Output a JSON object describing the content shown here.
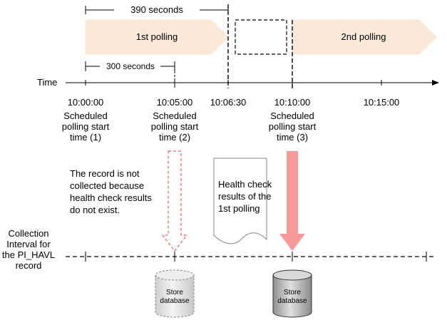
{
  "top_span_label": "390 seconds",
  "inner_span_label": "300 seconds",
  "first_polling_label": "1st polling",
  "second_polling_label": "2nd polling",
  "time_axis_label": "Time",
  "ticks": [
    "10:00:00",
    "10:05:00",
    "10:06:30",
    "10:10:00",
    "10:15:00"
  ],
  "scheduled": [
    {
      "l1": "Scheduled",
      "l2": "polling start",
      "l3": "time (1)"
    },
    {
      "l1": "Scheduled",
      "l2": "polling start",
      "l3": "time (2)"
    },
    {
      "l1": "Scheduled",
      "l2": "polling start",
      "l3": "time (3)"
    }
  ],
  "not_collected_note": [
    "The record is not",
    "collected because",
    "health check results",
    "do not exist."
  ],
  "health_check_doc": [
    "Health check",
    "results of the",
    "1st polling"
  ],
  "collection_interval_label": [
    "Collection",
    "Interval for",
    "the PI_HAVL",
    "record"
  ],
  "store_db_1": [
    "Store",
    "database"
  ],
  "store_db_2": [
    "Store",
    "database"
  ],
  "colors": {
    "polling_fill": "#fae8d8",
    "arrow_solid": "#f79999",
    "arrow_dashed": "#f06060",
    "db_light": "#e6e6e6",
    "db_dark": "#bdbdbd"
  }
}
